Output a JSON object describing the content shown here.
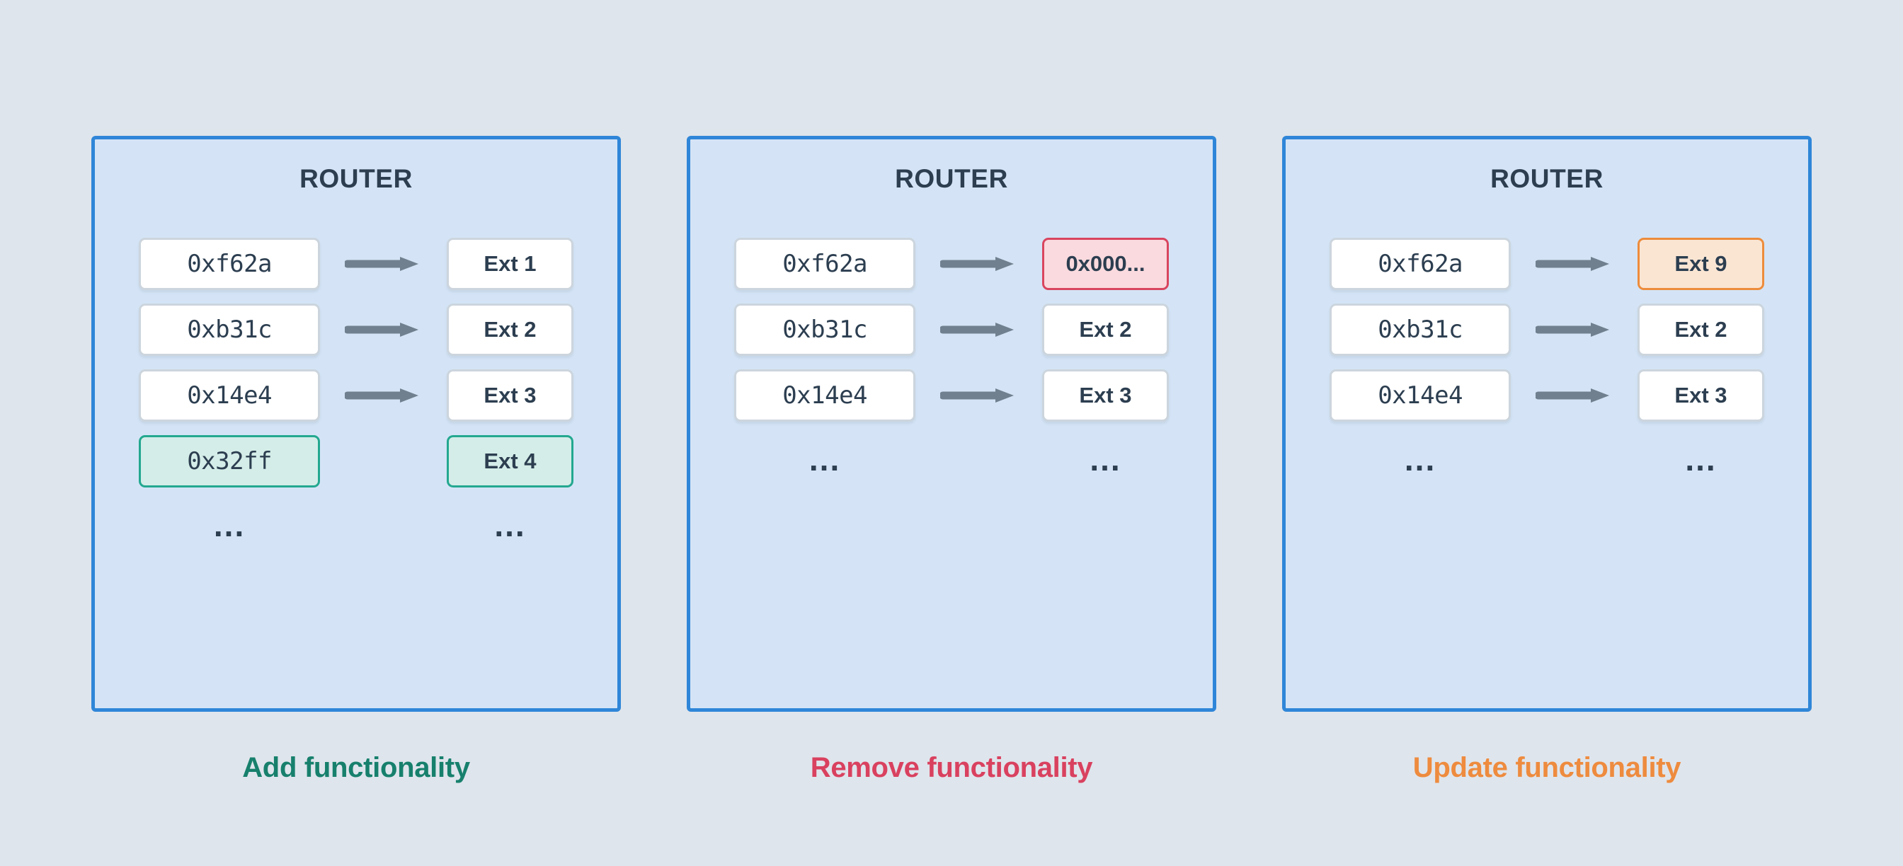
{
  "page": {
    "background_color": "#dfe5ec",
    "panel_background_color": "#d4e4f6",
    "panel_border_color": "#2f86d8",
    "arrow_color": "#70808f",
    "text_color": "#2c3e50",
    "ellipsis": "..."
  },
  "highlight_colors": {
    "green_fill": "#d4ede8",
    "green_border": "#23a890",
    "red_fill": "#fadade",
    "red_border": "#d9455f",
    "orange_fill": "#fae5d3",
    "orange_border": "#ed8c3c"
  },
  "panels": [
    {
      "title": "ROUTER",
      "caption": "Add functionality",
      "caption_color": "#17806d",
      "rows": [
        {
          "selector": "0xf62a",
          "arrow": true,
          "target": "Ext 1",
          "selector_state": "normal",
          "target_state": "normal"
        },
        {
          "selector": "0xb31c",
          "arrow": true,
          "target": "Ext 2",
          "selector_state": "normal",
          "target_state": "normal"
        },
        {
          "selector": "0x14e4",
          "arrow": true,
          "target": "Ext 3",
          "selector_state": "normal",
          "target_state": "normal"
        },
        {
          "selector": "0x32ff",
          "arrow": false,
          "target": "Ext 4",
          "selector_state": "green",
          "target_state": "green"
        }
      ]
    },
    {
      "title": "ROUTER",
      "caption": "Remove functionality",
      "caption_color": "#d9415f",
      "rows": [
        {
          "selector": "0xf62a",
          "arrow": true,
          "target": "0x000...",
          "selector_state": "normal",
          "target_state": "red"
        },
        {
          "selector": "0xb31c",
          "arrow": true,
          "target": "Ext 2",
          "selector_state": "normal",
          "target_state": "normal"
        },
        {
          "selector": "0x14e4",
          "arrow": true,
          "target": "Ext 3",
          "selector_state": "normal",
          "target_state": "normal"
        }
      ]
    },
    {
      "title": "ROUTER",
      "caption": "Update functionality",
      "caption_color": "#ee8b3e",
      "rows": [
        {
          "selector": "0xf62a",
          "arrow": true,
          "target": "Ext 9",
          "selector_state": "normal",
          "target_state": "orange"
        },
        {
          "selector": "0xb31c",
          "arrow": true,
          "target": "Ext 2",
          "selector_state": "normal",
          "target_state": "normal"
        },
        {
          "selector": "0x14e4",
          "arrow": true,
          "target": "Ext 3",
          "selector_state": "normal",
          "target_state": "normal"
        }
      ]
    }
  ]
}
